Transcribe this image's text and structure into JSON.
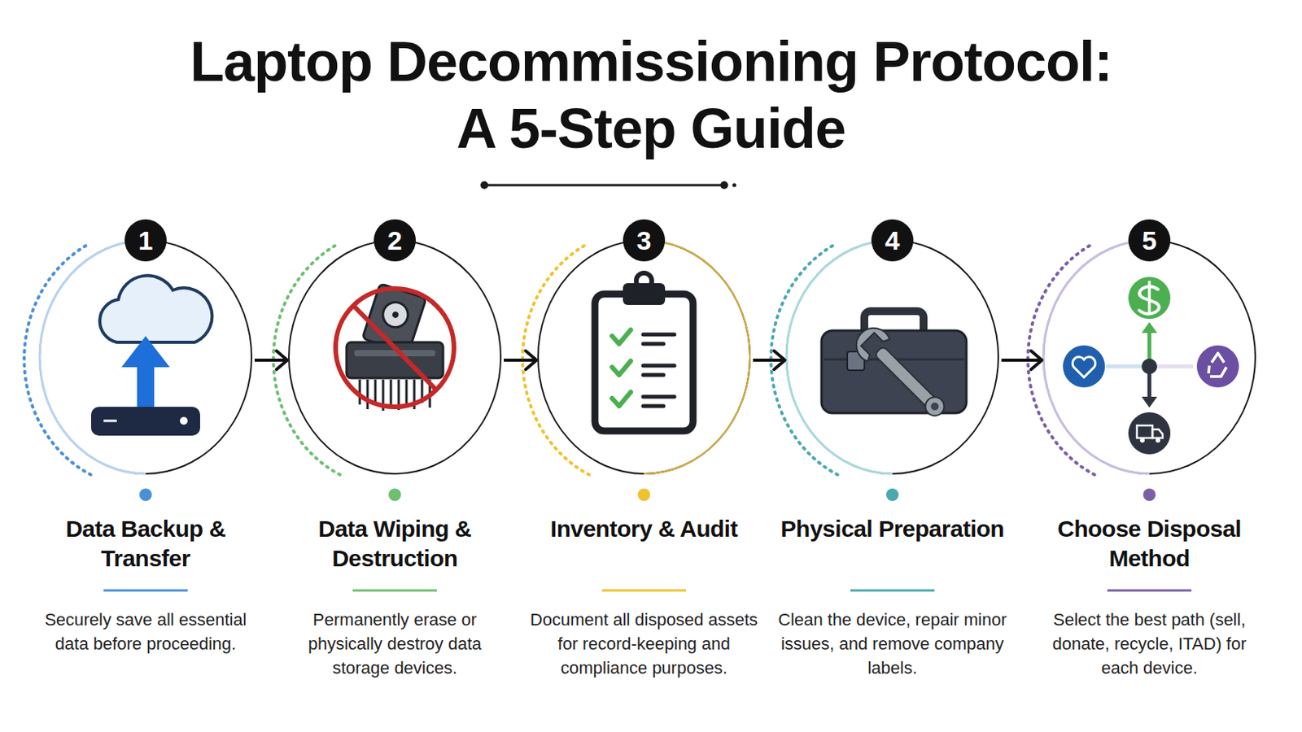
{
  "diagram": {
    "title": "Laptop Decommissioning Protocol: A 5-Step Guide",
    "nodes": [
      {
        "text": [
          "1",
          "Data Backup & Transfer",
          "Securely save all essential data before proceeding."
        ]
      },
      {
        "text": [
          "2",
          "Data Wiping & Destruction",
          "Permanently erase or physically destroy data storage devices."
        ]
      },
      {
        "text": [
          "3",
          "Inventory & Audit",
          "Document all disposed assets for record-keeping and compliance purposes."
        ]
      },
      {
        "text": [
          "4",
          "Physical Preparation",
          "Clean the device, repair minor issues, and remove company labels."
        ]
      },
      {
        "text": [
          "5",
          "Choose Disposal Method",
          "Select the best path (sell, donate, recycle, ITAD) for each device."
        ]
      }
    ],
    "edges": [
      {
        "from": 0,
        "to": 1,
        "arrow": "to"
      },
      {
        "from": 1,
        "to": 2,
        "arrow": "to"
      },
      {
        "from": 2,
        "to": 3,
        "arrow": "to"
      },
      {
        "from": 3,
        "to": 4,
        "arrow": "to"
      }
    ]
  }
}
